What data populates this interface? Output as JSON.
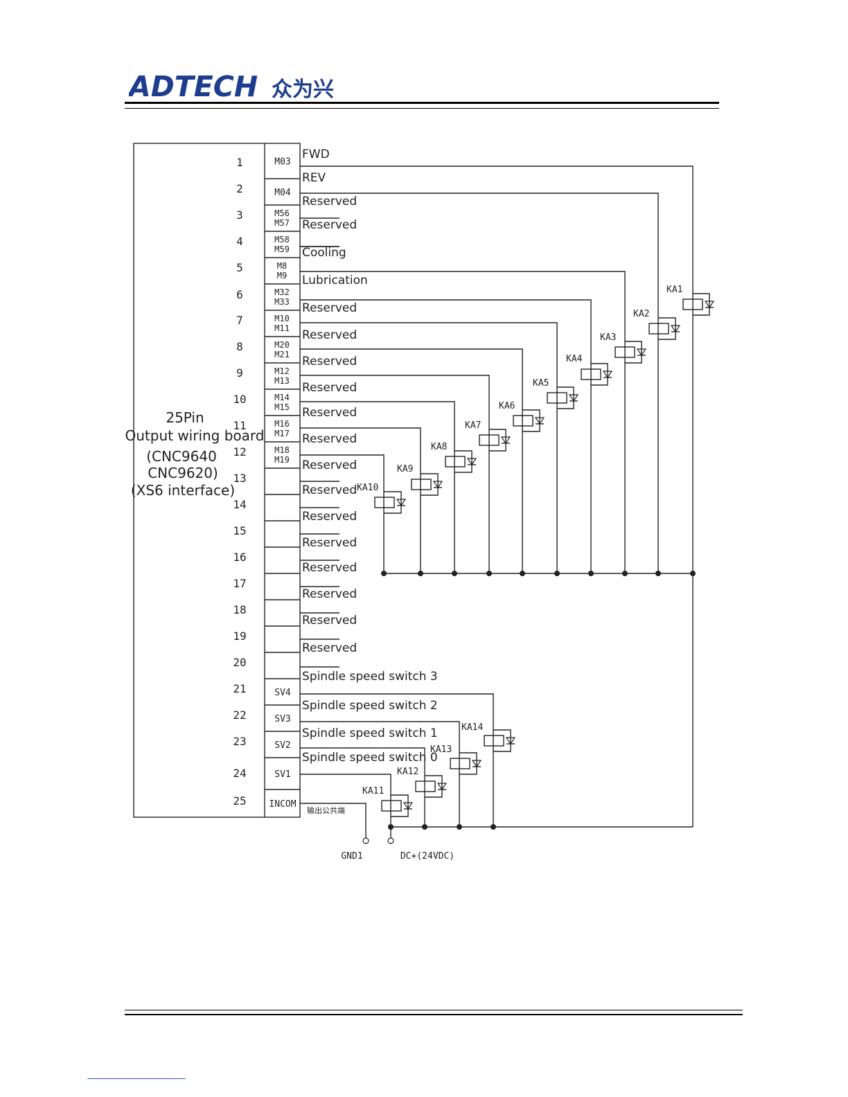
{
  "header": {
    "brand": "ADTECH",
    "brand_cn": "众为兴"
  },
  "board": {
    "title_lines": [
      "25Pin",
      "Output wiring board",
      "(CNC9640",
      "CNC9620)",
      "(XS6 interface)"
    ]
  },
  "pins": [
    {
      "num": "1",
      "code": [
        "M03"
      ],
      "label": "FWD",
      "relay": "KA1"
    },
    {
      "num": "2",
      "code": [
        "M04"
      ],
      "label": "REV",
      "relay": "KA2"
    },
    {
      "num": "3",
      "code": [
        "M56",
        "M57"
      ],
      "label": "Reserved",
      "relay": ""
    },
    {
      "num": "4",
      "code": [
        "M58",
        "M59"
      ],
      "label": "Reserved",
      "relay": ""
    },
    {
      "num": "5",
      "code": [
        "M8",
        "M9"
      ],
      "label": "Cooling",
      "relay": "KA3"
    },
    {
      "num": "6",
      "code": [
        "M32",
        "M33"
      ],
      "label": "Lubrication",
      "relay": "KA4"
    },
    {
      "num": "7",
      "code": [
        "M10",
        "M11"
      ],
      "label": "Reserved",
      "relay": "KA5"
    },
    {
      "num": "8",
      "code": [
        "M20",
        "M21"
      ],
      "label": "Reserved",
      "relay": "KA6"
    },
    {
      "num": "9",
      "code": [
        "M12",
        "M13"
      ],
      "label": "Reserved",
      "relay": "KA7"
    },
    {
      "num": "10",
      "code": [
        "M14",
        "M15"
      ],
      "label": "Reserved",
      "relay": "KA8"
    },
    {
      "num": "11",
      "code": [
        "M16",
        "M17"
      ],
      "label": "Reserved",
      "relay": "KA9"
    },
    {
      "num": "12",
      "code": [
        "M18",
        "M19"
      ],
      "label": "Reserved",
      "relay": "KA10"
    },
    {
      "num": "13",
      "code": [],
      "label": "Reserved",
      "relay": ""
    },
    {
      "num": "14",
      "code": [],
      "label": "Reserved",
      "relay": ""
    },
    {
      "num": "15",
      "code": [],
      "label": "Reserved",
      "relay": ""
    },
    {
      "num": "16",
      "code": [],
      "label": "Reserved",
      "relay": ""
    },
    {
      "num": "17",
      "code": [],
      "label": "Reserved",
      "relay": ""
    },
    {
      "num": "18",
      "code": [],
      "label": "Reserved",
      "relay": ""
    },
    {
      "num": "19",
      "code": [],
      "label": "Reserved",
      "relay": ""
    },
    {
      "num": "20",
      "code": [],
      "label": "Reserved",
      "relay": ""
    },
    {
      "num": "21",
      "code": [
        "SV4"
      ],
      "label": "Spindle speed switch 3",
      "relay": "KA14"
    },
    {
      "num": "22",
      "code": [
        "SV3"
      ],
      "label": "Spindle speed switch 2",
      "relay": "KA13"
    },
    {
      "num": "23",
      "code": [
        "SV2"
      ],
      "label": "Spindle speed switch 1",
      "relay": "KA12"
    },
    {
      "num": "24",
      "code": [
        "SV1"
      ],
      "label": "Spindle speed switch 0",
      "relay": "KA11"
    },
    {
      "num": "25",
      "code": [
        "INCOM"
      ],
      "label": "输出公共端",
      "relay": ""
    }
  ],
  "terminals": {
    "gnd": "GND1",
    "dc": "DC+(24VDC)"
  }
}
